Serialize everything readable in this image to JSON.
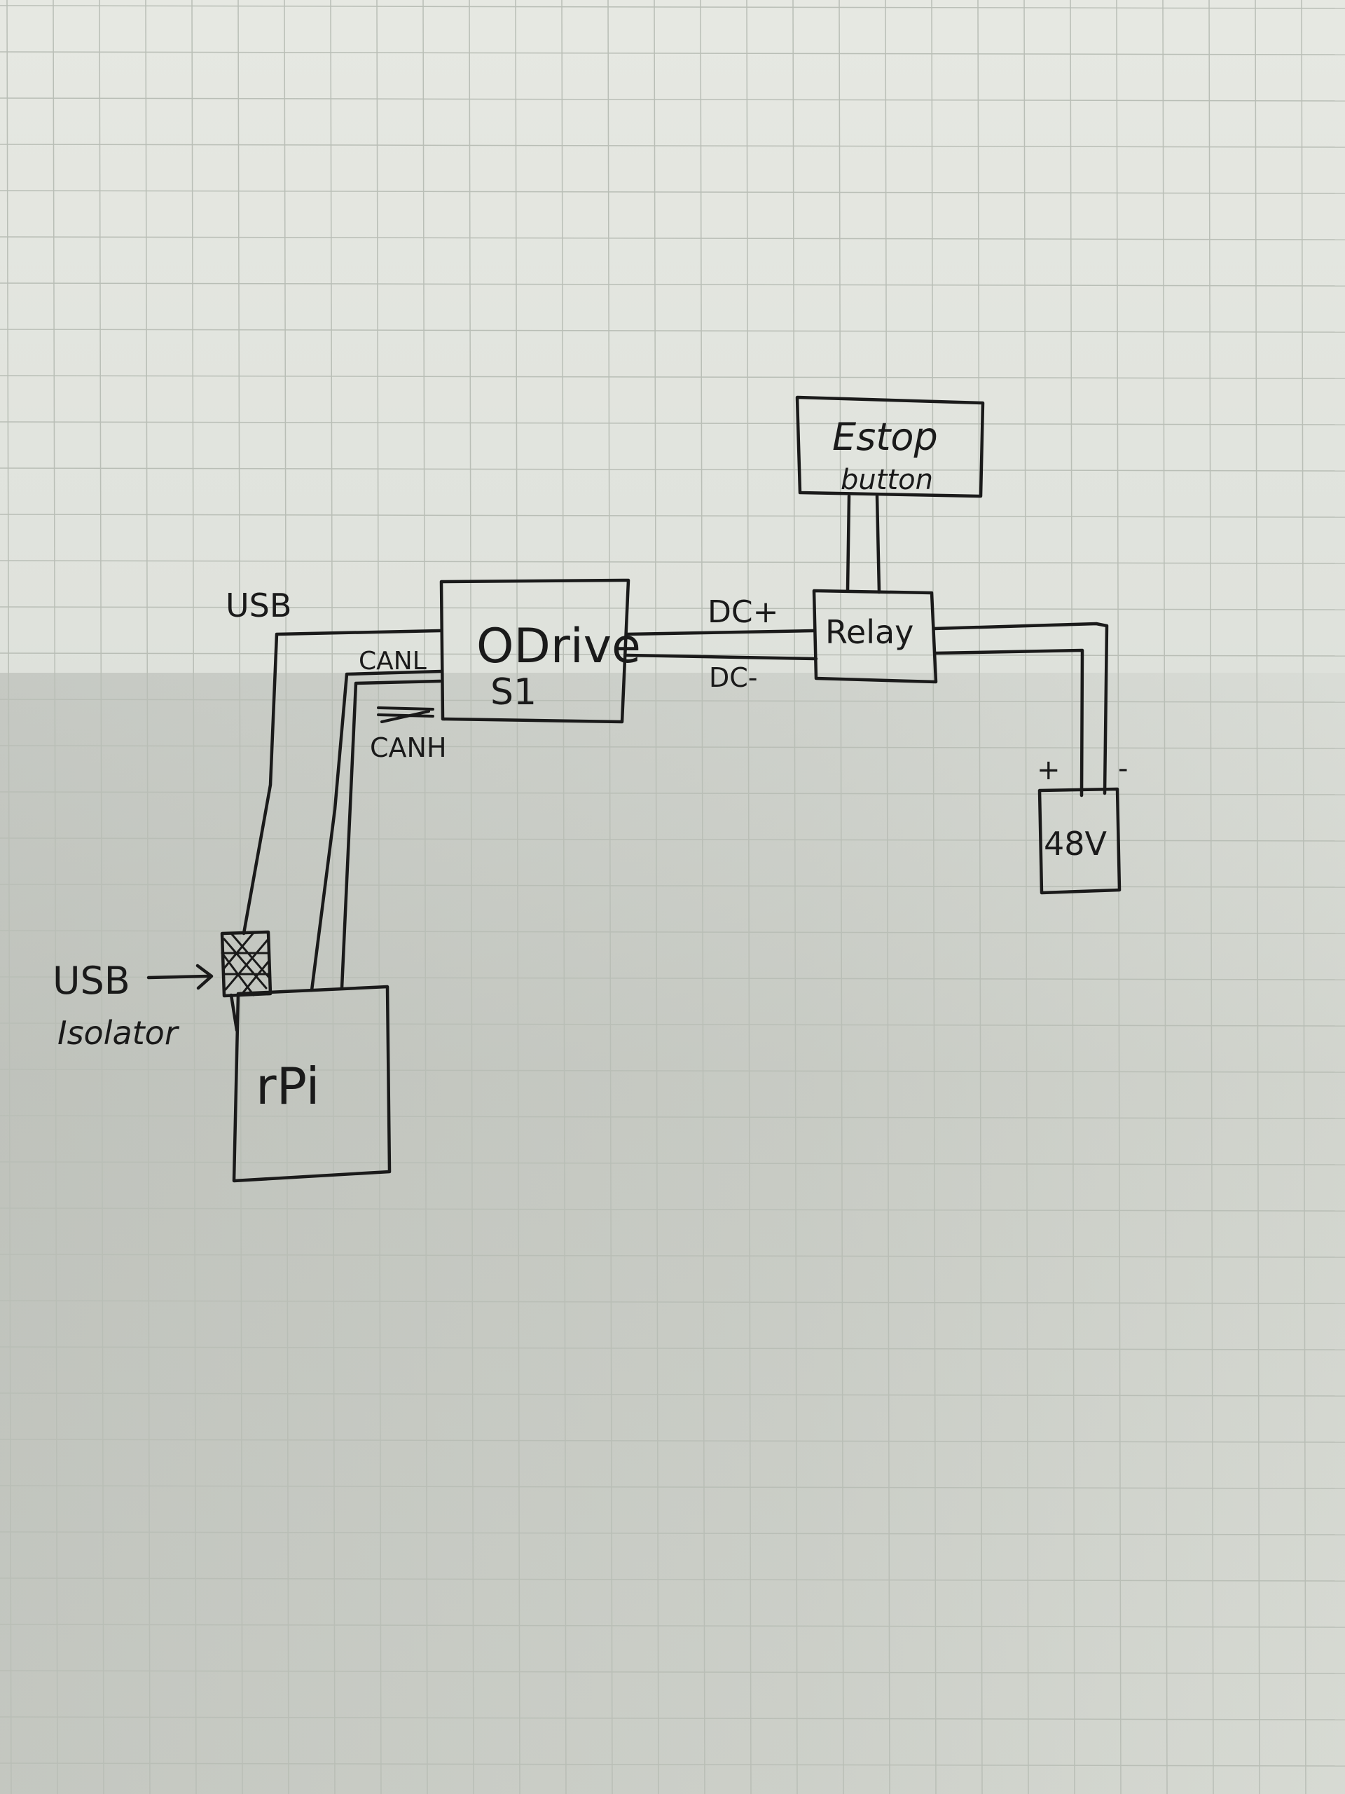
{
  "diagram": {
    "nodes": {
      "odrive": {
        "line1": "ODrive",
        "line2": "S1"
      },
      "relay": {
        "label": "Relay"
      },
      "estop": {
        "line1": "Estop",
        "line2": "button"
      },
      "battery": {
        "label": "48V"
      },
      "rpi": {
        "label": "rPi"
      }
    },
    "wire_labels": {
      "usb": "USB",
      "canl": "CANL",
      "canh": "CANH",
      "dc_plus": "DC+",
      "dc_minus": "DC-",
      "plus": "+",
      "minus": "-",
      "isolator_line1": "USB",
      "isolator_line2": "Isolator"
    }
  }
}
